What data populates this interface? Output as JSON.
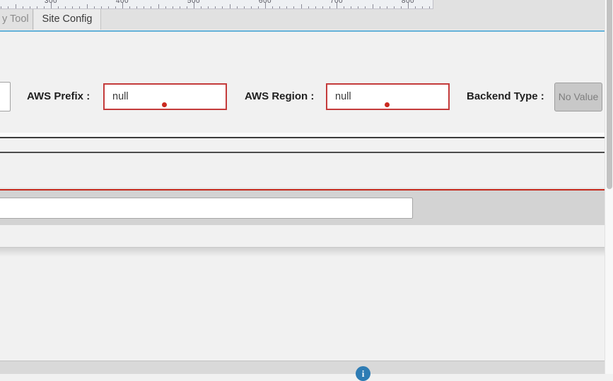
{
  "ruler": {
    "labels": [
      "300",
      "400",
      "500",
      "600",
      "700",
      "800"
    ]
  },
  "tabs": {
    "left_partial": "y Tool",
    "active": "Site Config"
  },
  "form": {
    "aws_prefix": {
      "label": "AWS Prefix :",
      "value": "null"
    },
    "aws_region": {
      "label": "AWS Region :",
      "value": "null"
    },
    "backend_type": {
      "label": "Backend Type :",
      "value": "No Value"
    }
  },
  "footer": {
    "info_icon": "i"
  },
  "colors": {
    "error_border": "#c43b3b",
    "error_dot": "#cb2a20",
    "red_line": "#c5281c",
    "tab_underline_blue": "#62b0d8",
    "info_circle_blue": "#2e7cb4"
  }
}
